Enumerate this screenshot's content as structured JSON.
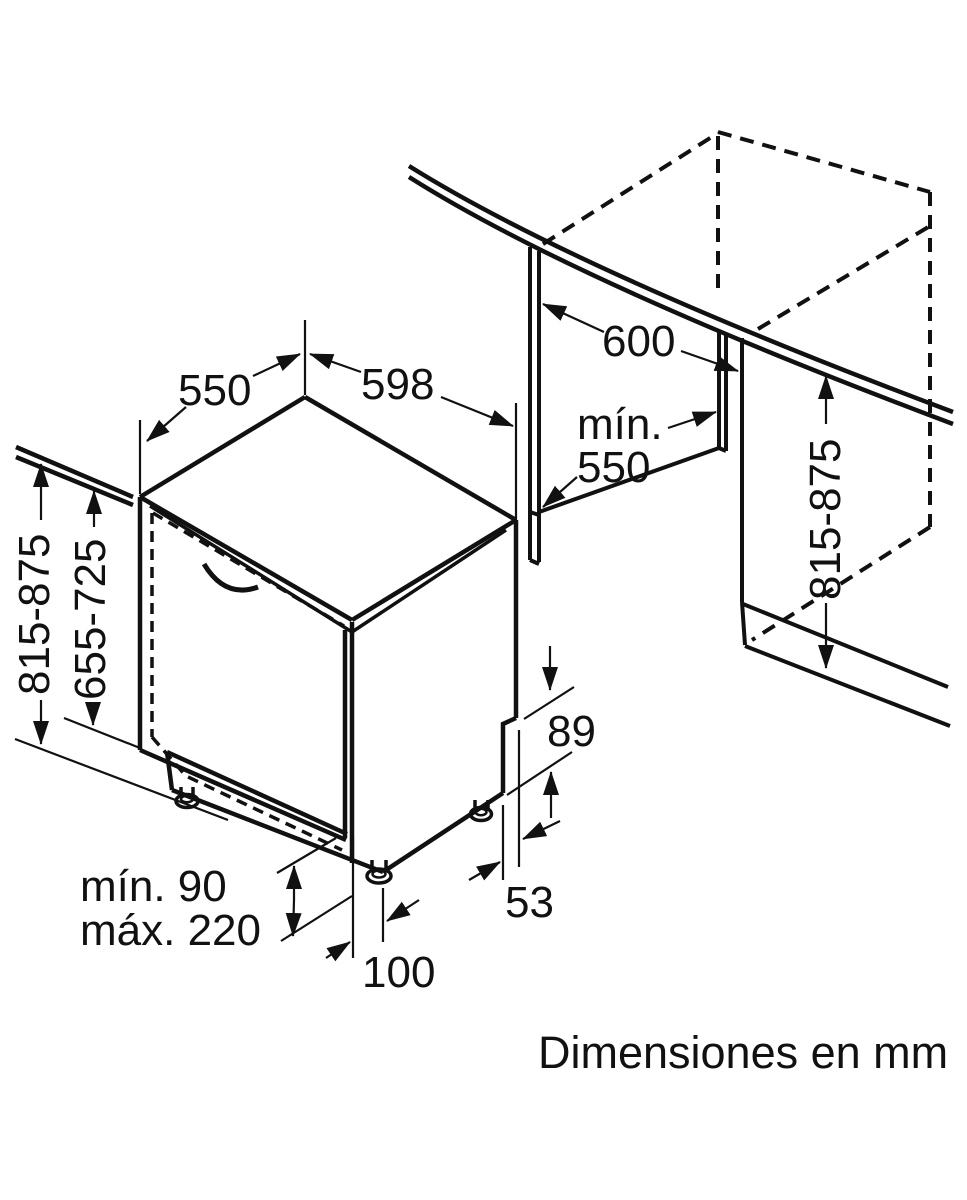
{
  "diagram": {
    "type": "appliance-installation-drawing",
    "subject": "built-in dishwasher niche dimensions",
    "caption": "Dimensiones en mm",
    "units": "mm",
    "colors": {
      "line": "#111111",
      "background": "#ffffff"
    },
    "dimensions": {
      "top_depth": "550",
      "top_width": "598",
      "niche_width": "600",
      "niche_depth_prefix": "mín.",
      "niche_depth_value": "550",
      "height_overall_left": "815-875",
      "height_inner_left": "655-725",
      "height_overall_right": "815-875",
      "rear_step_height": "89",
      "rear_step_depth": "53",
      "foot_to_front": "100",
      "plinth_min": "mín. 90",
      "plinth_max": "máx. 220"
    }
  }
}
